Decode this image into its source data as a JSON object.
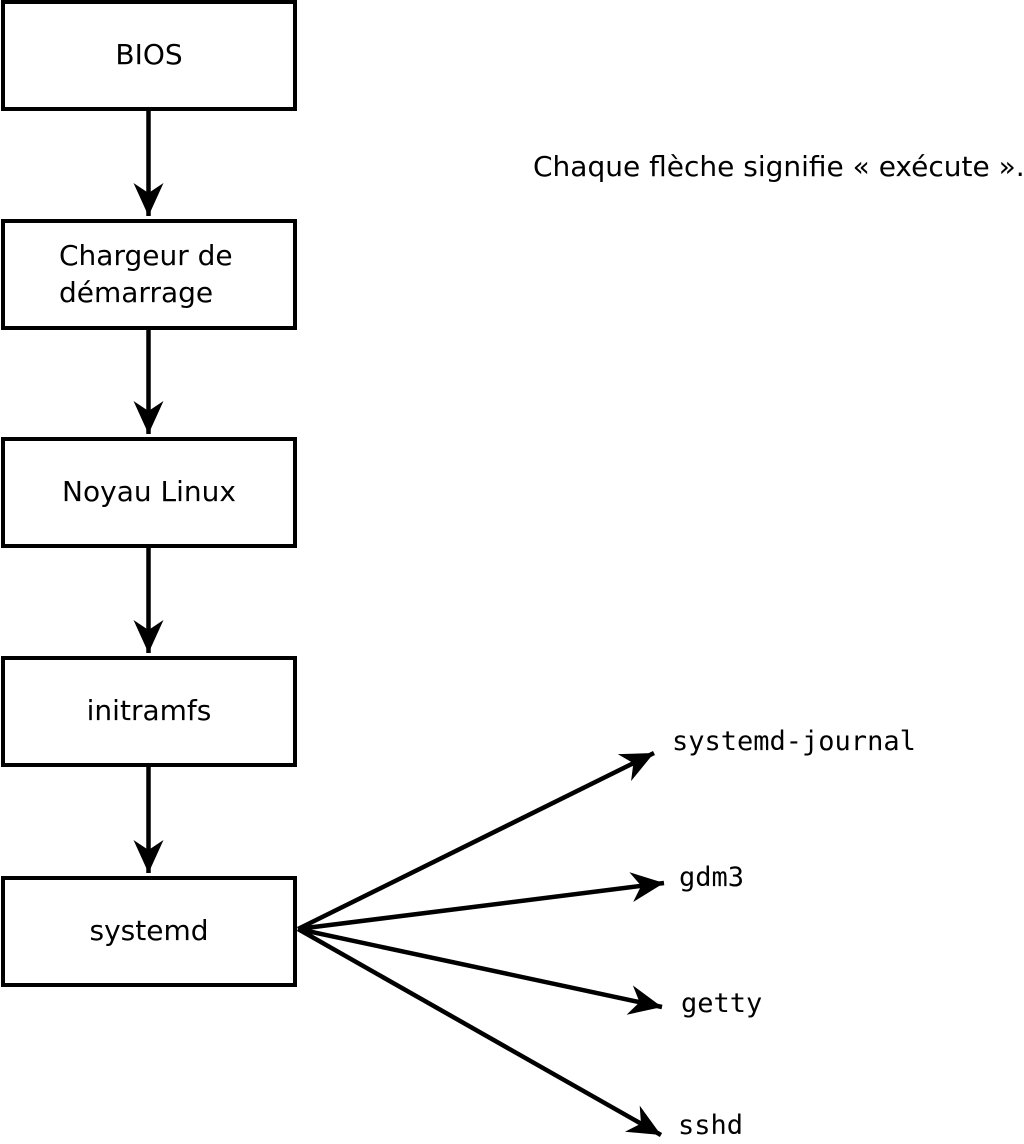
{
  "caption": "Chaque flèche signifie « exécute ».",
  "nodes": [
    {
      "id": "bios",
      "label": "BIOS"
    },
    {
      "id": "bootloader",
      "label": "Chargeur de démarrage"
    },
    {
      "id": "kernel",
      "label": "Noyau Linux"
    },
    {
      "id": "initramfs",
      "label": "initramfs"
    },
    {
      "id": "systemd",
      "label": "systemd"
    }
  ],
  "services": [
    {
      "id": "systemd-journal",
      "label": "systemd-journal"
    },
    {
      "id": "gdm3",
      "label": "gdm3"
    },
    {
      "id": "getty",
      "label": "getty"
    },
    {
      "id": "sshd",
      "label": "sshd"
    }
  ],
  "colors": {
    "background": "#ffffff",
    "line": "#000000",
    "box_fill": "#ffffff",
    "text": "#000000"
  }
}
